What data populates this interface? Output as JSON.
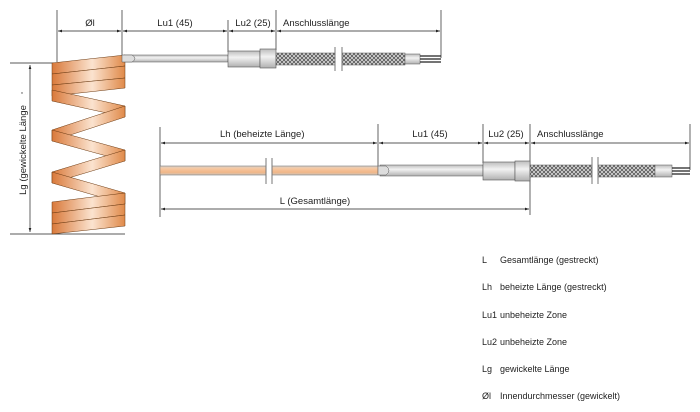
{
  "top_drawing": {
    "dim_inner_diameter": "Øl",
    "dim_lu1": "Lu1 (45)",
    "dim_lu2": "Lu2 (25)",
    "dim_connection": "Anschlusslänge",
    "dim_coil_length": "Lg (gewickelte Länge"
  },
  "straight_drawing": {
    "dim_heated": "Lh (beheizte Länge)",
    "dim_lu1": "Lu1 (45)",
    "dim_lu2": "Lu2 (25)",
    "dim_connection": "Anschlusslänge",
    "dim_total": "L (Gesamtlänge)"
  },
  "legend": [
    {
      "symbol": "L",
      "text": "Gesamtlänge (gestreckt)"
    },
    {
      "symbol": "Lh",
      "text": "beheizte Länge (gestreckt)"
    },
    {
      "symbol": "Lu1",
      "text": "unbeheizte Zone"
    },
    {
      "symbol": "Lu2",
      "text": "unbeheizte Zone"
    },
    {
      "symbol": "Lg",
      "text": "gewickelte Länge"
    },
    {
      "symbol": "Øl",
      "text": "Innendurchmesser (gewickelt)"
    }
  ],
  "colors": {
    "heated": "#e8995c",
    "tube": "#d4d4d4",
    "line": "#222222"
  }
}
